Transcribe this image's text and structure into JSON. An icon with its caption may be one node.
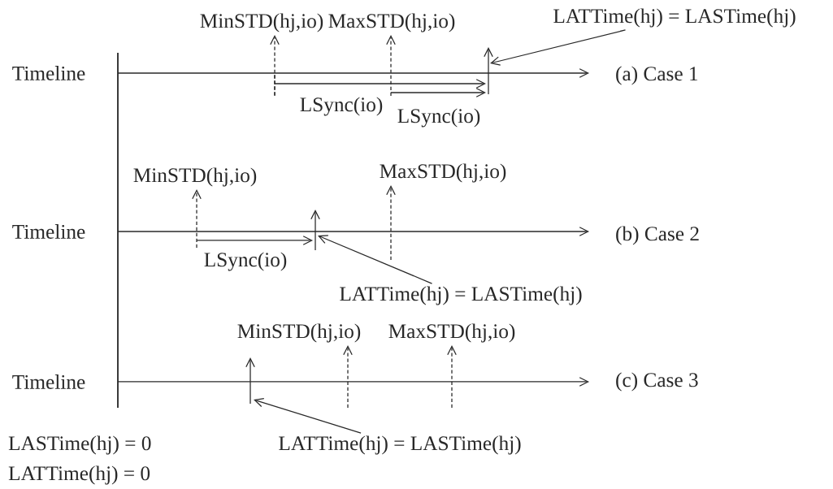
{
  "diagram": {
    "nodes": [
      {
        "text": [
          "MinSTD(hj,io)"
        ]
      },
      {
        "text": [
          "MaxSTD(hj,io)"
        ]
      },
      {
        "text": [
          "LATTime(hj) = LASTime(hj)"
        ]
      },
      {
        "text": [
          "MinSTD(hj,io)"
        ]
      },
      {
        "text": [
          "MaxSTD(hj,io)"
        ]
      },
      {
        "text": [
          "LATTime(hj) = LASTime(hj)"
        ]
      },
      {
        "text": [
          "MinSTD(hj,io)"
        ]
      },
      {
        "text": [
          "MaxSTD(hj,io)"
        ]
      },
      {
        "text": [
          "LATTime(hj) = LASTime(hj)"
        ]
      }
    ],
    "edges": [
      {
        "from": null,
        "to": 0,
        "arrow": "to",
        "style": "dashed"
      },
      {
        "from": null,
        "to": 1,
        "arrow": "to",
        "style": "dashed"
      },
      {
        "from": 2,
        "to": null,
        "arrow": "to"
      },
      {
        "from": null,
        "to": 3,
        "arrow": "to",
        "style": "dashed"
      },
      {
        "from": null,
        "to": 4,
        "arrow": "to",
        "style": "dashed"
      },
      {
        "from": 5,
        "to": null,
        "arrow": "to"
      },
      {
        "from": null,
        "to": 6,
        "arrow": "to",
        "style": "dashed"
      },
      {
        "from": null,
        "to": 7,
        "arrow": "to",
        "style": "dashed"
      },
      {
        "from": 8,
        "to": null,
        "arrow": "to"
      }
    ],
    "labels": [
      "Timeline",
      "(a) Case 1",
      "LSync(io)",
      "LSync(io)",
      "Timeline",
      "(b) Case 2",
      "LSync(io)",
      "Timeline",
      "(c) Case 3",
      "LASTime(hj) = 0",
      "LATTime(hj) = 0"
    ]
  }
}
